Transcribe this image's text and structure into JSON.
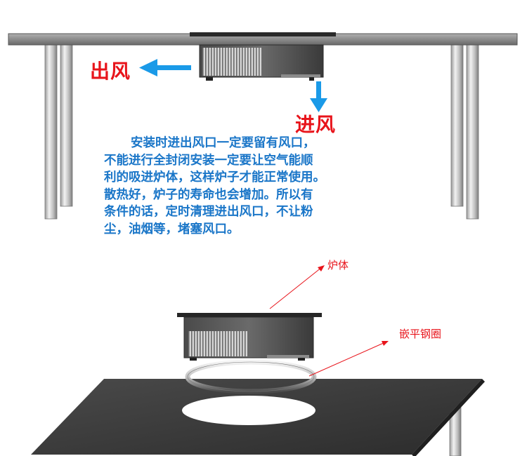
{
  "labels": {
    "air_out": "出风",
    "air_in": "进风",
    "callout_body": "炉体",
    "callout_ring": "嵌平钢圈"
  },
  "description": {
    "lines": [
      "安装时进出风口一定要留有风口，",
      "不能进行全封闭安装一定要让空气能顺",
      "利的吸进炉体，这样炉子才能正常使用。",
      "散热好，炉子的寿命也会增加。所以有",
      "条件的话，定时清理进出风口，不让粉",
      "尘，油烟等，堵塞风口。"
    ]
  },
  "colors": {
    "label_red": "#e8141b",
    "text_blue": "#1a76c8",
    "arrow_blue": "#1a9ae8",
    "table_top": "#3c3c3c",
    "counter_gray": "#8a8a8a",
    "leg_silver": "#c8c8c8"
  }
}
